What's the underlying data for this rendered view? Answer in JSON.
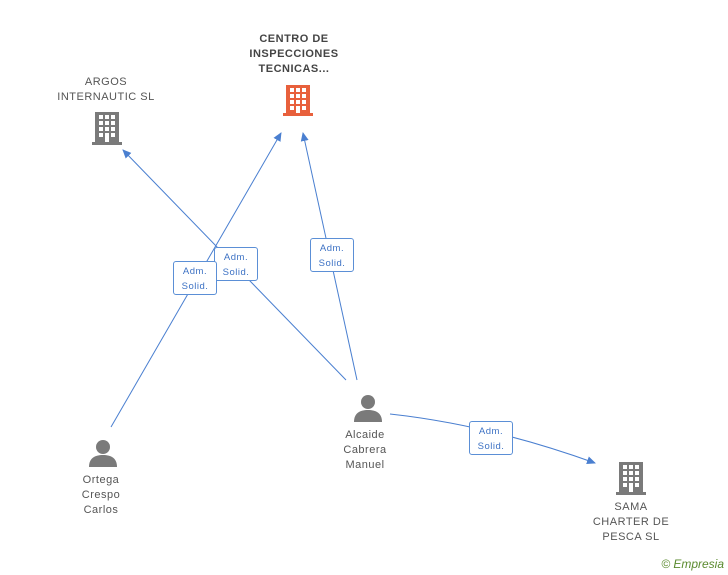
{
  "nodes": {
    "centro": {
      "label": "CENTRO DE\nINSPECCIONES\nTECNICAS...",
      "kind": "company",
      "color": "#e8603c"
    },
    "argos": {
      "label": "ARGOS\nINTERNAUTIC SL",
      "kind": "company",
      "color": "#7a7a7a"
    },
    "sama": {
      "label": "SAMA\nCHARTER DE\nPESCA SL",
      "kind": "company",
      "color": "#7a7a7a"
    },
    "alcaide": {
      "label": "Alcaide\nCabrera\nManuel",
      "kind": "person",
      "color": "#7a7a7a"
    },
    "ortega": {
      "label": "Ortega\nCrespo\nCarlos",
      "kind": "person",
      "color": "#7a7a7a"
    }
  },
  "relations": [
    {
      "from": "alcaide",
      "to": "argos",
      "line1": "Adm.",
      "line2": "Solid."
    },
    {
      "from": "ortega",
      "to": "centro",
      "line1": "Adm.",
      "line2": "Solid."
    },
    {
      "from": "alcaide",
      "to": "centro",
      "line1": "Adm.",
      "line2": "Solid."
    },
    {
      "from": "alcaide",
      "to": "sama",
      "line1": "Adm.",
      "line2": "Solid."
    }
  ],
  "colors": {
    "edge": "#4a7fd0",
    "badge_text": "#3d72c4"
  },
  "icons": {
    "company": "building-icon",
    "person": "person-icon"
  },
  "footer": {
    "copyright": "©",
    "brand": "Empresia"
  }
}
